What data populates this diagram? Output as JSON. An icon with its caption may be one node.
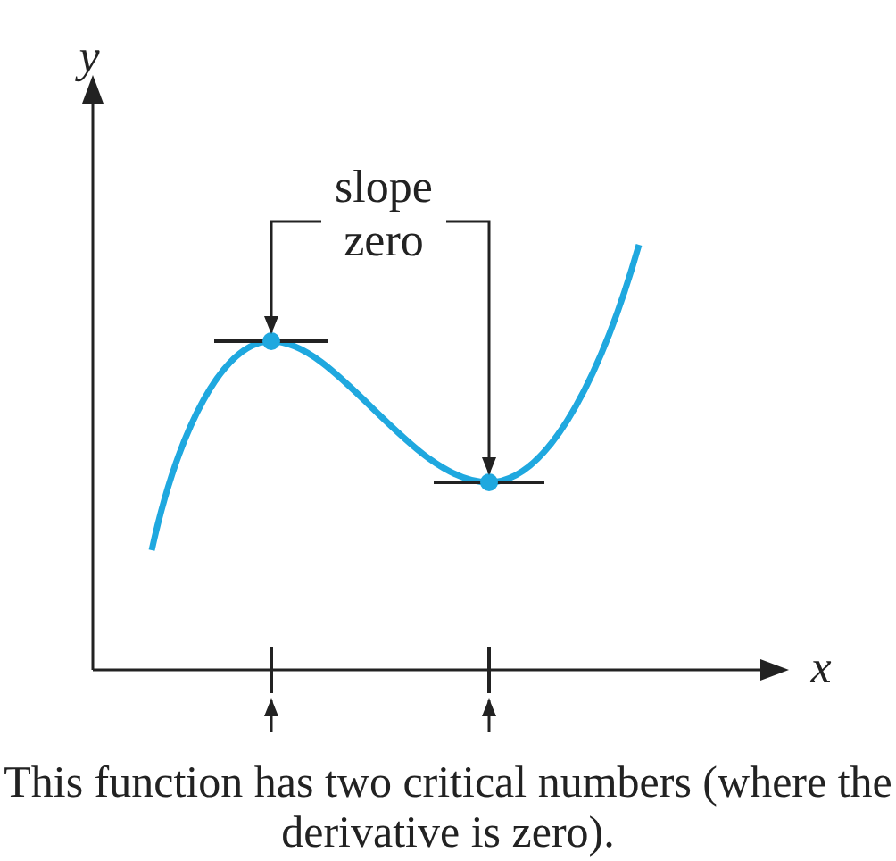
{
  "diagram": {
    "caption": "This function has two critical numbers (where the derivative is zero).",
    "nodes": [
      {
        "text": [
          "slope zero"
        ]
      },
      {
        "text": [],
        "shape": "circle"
      },
      {
        "text": [],
        "shape": "circle"
      },
      {
        "text": [],
        "shape": "bar"
      },
      {
        "text": [],
        "shape": "bar"
      }
    ],
    "edges": [
      {
        "from": 0,
        "to": 1,
        "arrow": "to"
      },
      {
        "from": 0,
        "to": 2,
        "arrow": "to"
      },
      {
        "from": null,
        "to": 3,
        "arrow": "to"
      },
      {
        "from": null,
        "to": 4,
        "arrow": "to"
      }
    ],
    "labels": [
      "y",
      "x"
    ]
  }
}
